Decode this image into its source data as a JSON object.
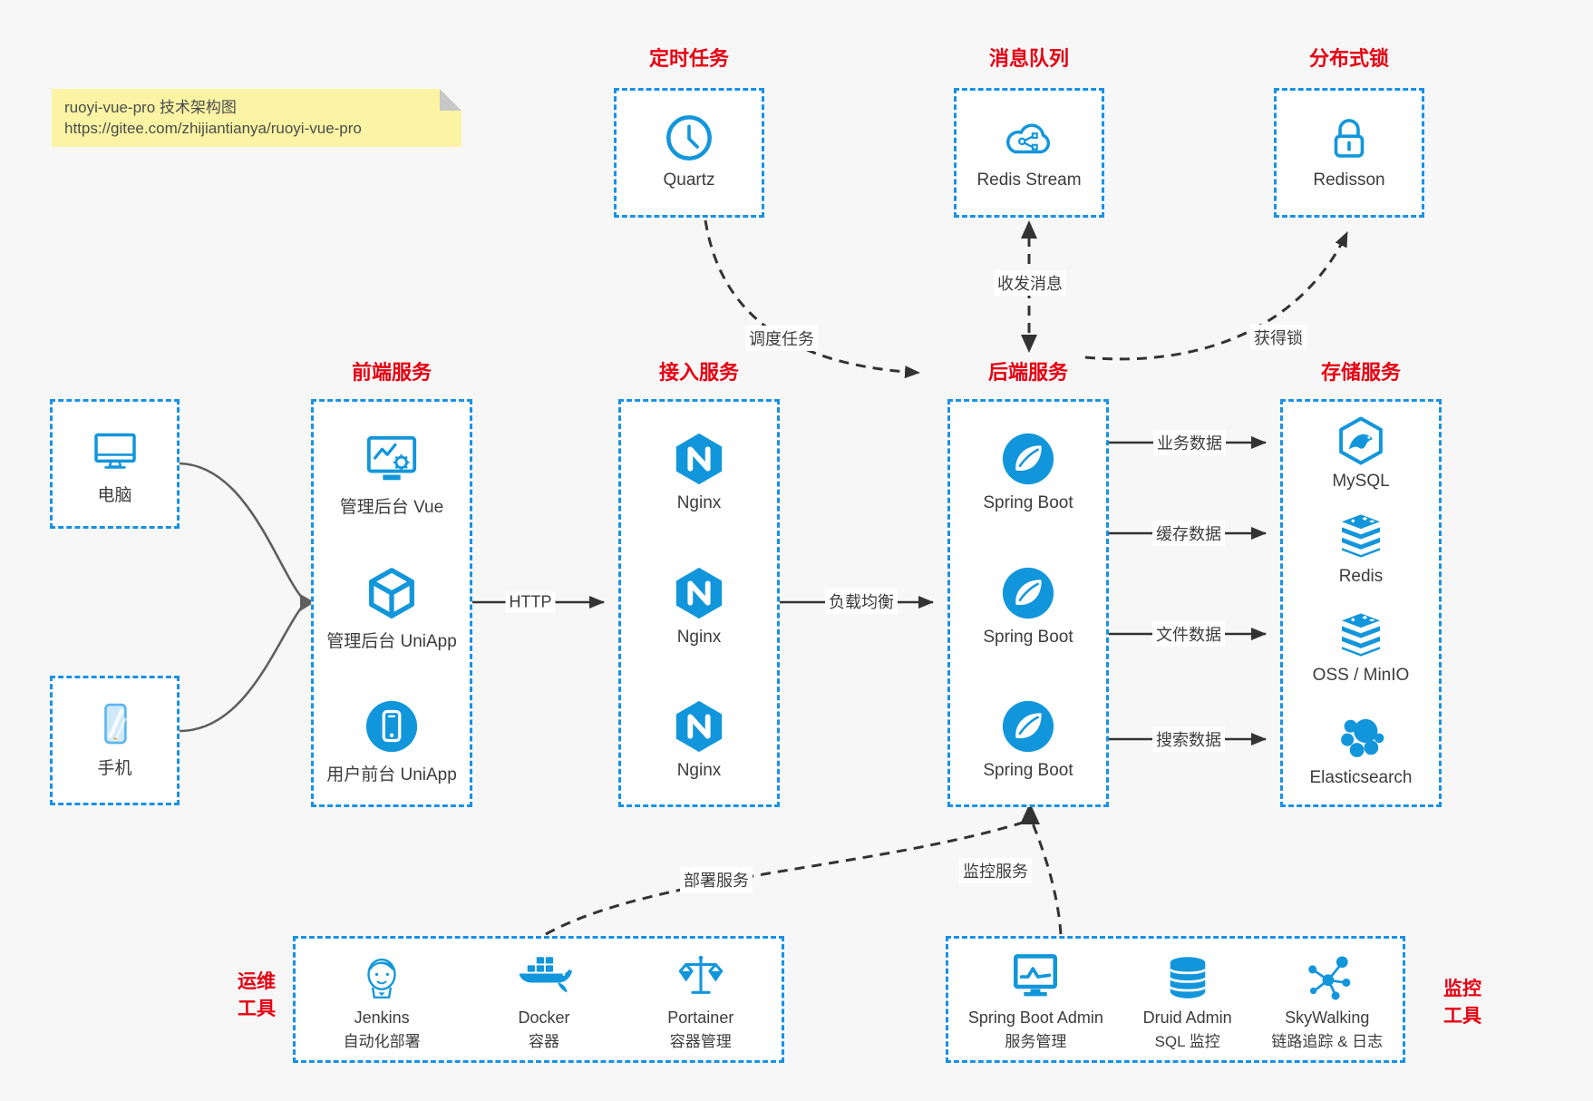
{
  "note": {
    "line1": "ruoyi-vue-pro 技术架构图",
    "line2": "https://gitee.com/zhijiantianya/ruoyi-vue-pro"
  },
  "top_sections": [
    {
      "title": "定时任务",
      "node": {
        "label": "Quartz",
        "icon": "clock-icon"
      }
    },
    {
      "title": "消息队列",
      "node": {
        "label": "Redis Stream",
        "icon": "cloud-hub-icon"
      }
    },
    {
      "title": "分布式锁",
      "node": {
        "label": "Redisson",
        "icon": "lock-icon"
      }
    }
  ],
  "devices": [
    {
      "label": "电脑",
      "icon": "desktop-icon"
    },
    {
      "label": "手机",
      "icon": "phone-icon"
    }
  ],
  "columns": [
    {
      "title": "前端服务",
      "items": [
        {
          "label": "管理后台 Vue"
        },
        {
          "label": "管理后台 UniApp"
        },
        {
          "label": "用户前台 UniApp"
        }
      ]
    },
    {
      "title": "接入服务",
      "items": [
        {
          "label": "Nginx"
        },
        {
          "label": "Nginx"
        },
        {
          "label": "Nginx"
        }
      ]
    },
    {
      "title": "后端服务",
      "items": [
        {
          "label": "Spring Boot"
        },
        {
          "label": "Spring Boot"
        },
        {
          "label": "Spring Boot"
        }
      ]
    },
    {
      "title": "存储服务",
      "items": [
        {
          "label": "MySQL"
        },
        {
          "label": "Redis"
        },
        {
          "label": "OSS / MinIO"
        },
        {
          "label": "Elasticsearch"
        }
      ]
    }
  ],
  "bottom_sections": [
    {
      "title_line1": "运维",
      "title_line2": "工具",
      "items": [
        {
          "name": "Jenkins",
          "desc": "自动化部署"
        },
        {
          "name": "Docker",
          "desc": "容器"
        },
        {
          "name": "Portainer",
          "desc": "容器管理"
        }
      ]
    },
    {
      "title_line1": "监控",
      "title_line2": "工具",
      "items": [
        {
          "name": "Spring Boot Admin",
          "desc": "服务管理"
        },
        {
          "name": "Druid Admin",
          "desc": "SQL 监控"
        },
        {
          "name": "SkyWalking",
          "desc": "链路追踪 & 日志"
        }
      ]
    }
  ],
  "edge_labels": {
    "http": "HTTP",
    "load_balance": "负载均衡",
    "schedule": "调度任务",
    "message": "收发消息",
    "lock": "获得锁",
    "business": "业务数据",
    "cache": "缓存数据",
    "file": "文件数据",
    "search": "搜索数据",
    "deploy": "部署服务",
    "monitor": "监控服务"
  },
  "colors": {
    "blue": "#1296db",
    "border_blue": "#1891e6",
    "red": "#e60012",
    "dark": "#3c3c3c",
    "note_bg": "#fbf4a4"
  }
}
